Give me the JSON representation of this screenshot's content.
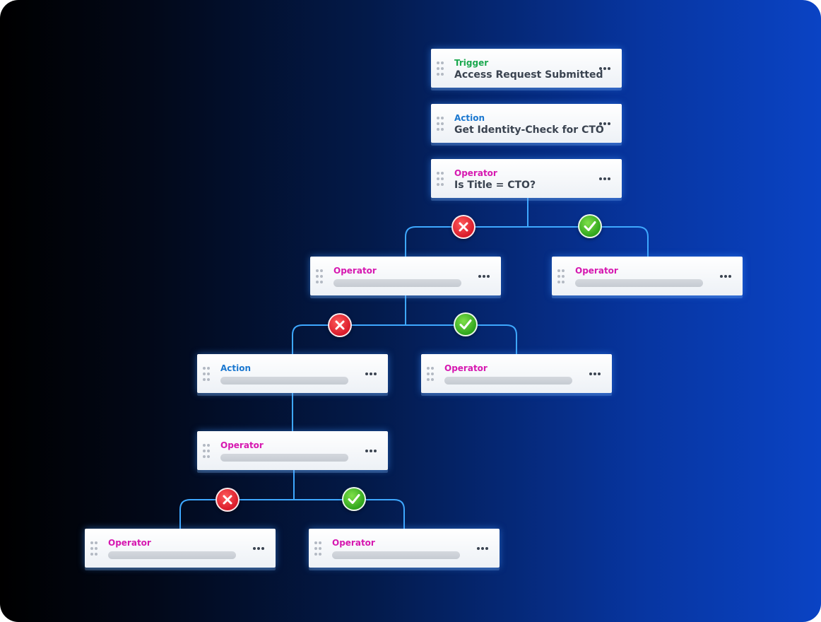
{
  "flow": {
    "trigger": {
      "kind": "Trigger",
      "title": "Access Request Submitted"
    },
    "action": {
      "kind": "Action",
      "title": "Get Identity-Check for CTO"
    },
    "operator": {
      "kind": "Operator",
      "title": "Is Title = CTO?"
    },
    "l2_false": {
      "kind": "Operator"
    },
    "l2_true": {
      "kind": "Operator"
    },
    "l3_false": {
      "kind": "Action"
    },
    "l3_true": {
      "kind": "Operator"
    },
    "l4": {
      "kind": "Operator"
    },
    "l5_false": {
      "kind": "Operator"
    },
    "l5_true": {
      "kind": "Operator"
    }
  },
  "icons": {
    "false_branch": "close-icon",
    "true_branch": "check-icon",
    "drag": "drag-handle-icon",
    "menu": "more-icon"
  },
  "colors": {
    "trigger": "#1aa84e",
    "action": "#1b78d0",
    "operator": "#d618b0",
    "connector": "#3ea8ff",
    "false_badge": "#e3202f",
    "true_badge": "#3cb526"
  }
}
